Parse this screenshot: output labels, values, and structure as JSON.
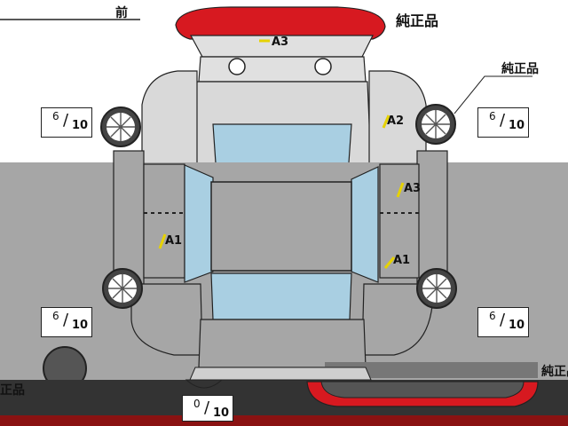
{
  "header": {
    "front_label": "前"
  },
  "genuine_labels": {
    "top": "純正品",
    "right": "純正品",
    "bottom_right": "純正品",
    "bottom_left": "正品"
  },
  "damage_marks": [
    {
      "id": "rear-top",
      "text": "A3"
    },
    {
      "id": "right-rear-fender",
      "text": "A2"
    },
    {
      "id": "right-rear-door",
      "text": "A3"
    },
    {
      "id": "right-front-door",
      "text": "A1"
    },
    {
      "id": "left-door",
      "text": "A1"
    }
  ],
  "tire_depth": [
    {
      "id": "rear-left",
      "value": "6",
      "max": "10"
    },
    {
      "id": "rear-right",
      "value": "6",
      "max": "10"
    },
    {
      "id": "front-left",
      "value": "6",
      "max": "10"
    },
    {
      "id": "front-right",
      "value": "6",
      "max": "10"
    },
    {
      "id": "spare",
      "value": "0",
      "max": "10"
    }
  ],
  "colors": {
    "body_fill": "#d9d9d9",
    "glass": "#a9cfe2",
    "bumper_red": "#d71920",
    "overlay_gray": "#a6a6a6",
    "dark_bar": "#333333"
  }
}
